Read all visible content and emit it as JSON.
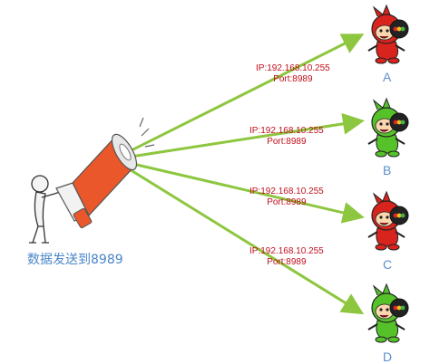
{
  "caption": "数据发送到8989",
  "receivers": [
    {
      "letter": "A",
      "ip": "IP:192.168.10.255",
      "port": "Port:8989",
      "color": "#d8241c"
    },
    {
      "letter": "B",
      "ip": "IP:192.168.10.255",
      "port": "Port:8989",
      "color": "#56c22a"
    },
    {
      "letter": "C",
      "ip": "IP:192.168.10.255",
      "port": "Port:8989",
      "color": "#d8241c"
    },
    {
      "letter": "D",
      "ip": "IP:192.168.10.255",
      "port": "Port:8989",
      "color": "#56c22a"
    }
  ],
  "arrow_color": "#8dc63f",
  "megaphone_color": "#e9572a"
}
